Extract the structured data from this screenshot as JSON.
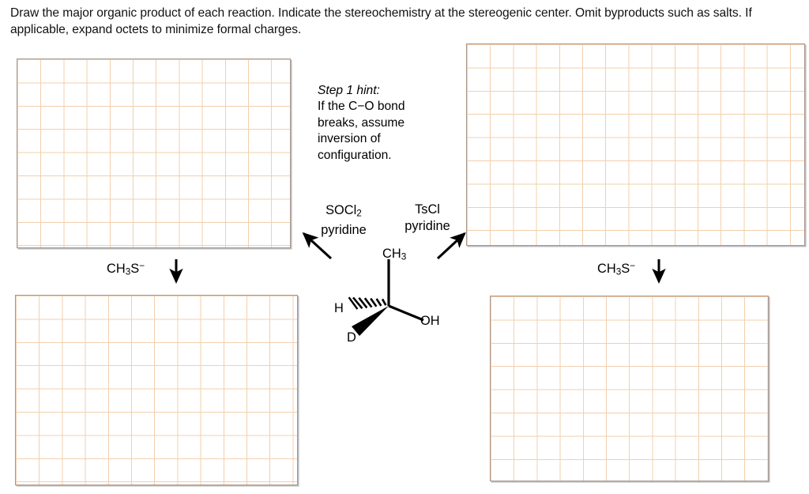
{
  "instruction": {
    "line1": "Draw the major organic product of each reaction. Indicate the stereochemistry at the stereogenic center. Omit",
    "line2": "byproducts such as salts. If applicable, expand octets to minimize formal charges."
  },
  "hint": {
    "title": "Step 1 hint:",
    "line1": "If the C−O bond",
    "line2": "breaks, assume",
    "line3": "inversion of",
    "line4": "configuration."
  },
  "reagents": {
    "left_step1": {
      "line1": "SOCl",
      "line1_sub": "2",
      "line2": "pyridine"
    },
    "right_step1": {
      "line1": "TsCl",
      "line2": "pyridine"
    },
    "left_step2": {
      "text": "CH",
      "sub": "3",
      "tail": "S",
      "charge": "−"
    },
    "right_step2": {
      "text": "CH",
      "sub": "3",
      "tail": "S",
      "charge": "−"
    }
  },
  "molecule": {
    "methyl": {
      "text": "CH",
      "sub": "3"
    },
    "hydrogen": "H",
    "deuterium": "D",
    "hydroxyl": "OH"
  },
  "answer_boxes": {
    "top_left": {
      "label": "SOCl2 product drawing area",
      "columns": 12,
      "rows": 8
    },
    "top_right": {
      "label": "TsCl product drawing area",
      "columns": 15,
      "rows": 9
    },
    "bottom_left": {
      "label": "CH3S- product drawing area left",
      "columns": 12,
      "rows": 8
    },
    "bottom_right": {
      "label": "CH3S- product drawing area right",
      "columns": 12,
      "rows": 8
    }
  },
  "colors": {
    "grid_line": "#f3cfae",
    "grid_border": "#a9988c",
    "ink": "#000000",
    "background": "#ffffff"
  }
}
